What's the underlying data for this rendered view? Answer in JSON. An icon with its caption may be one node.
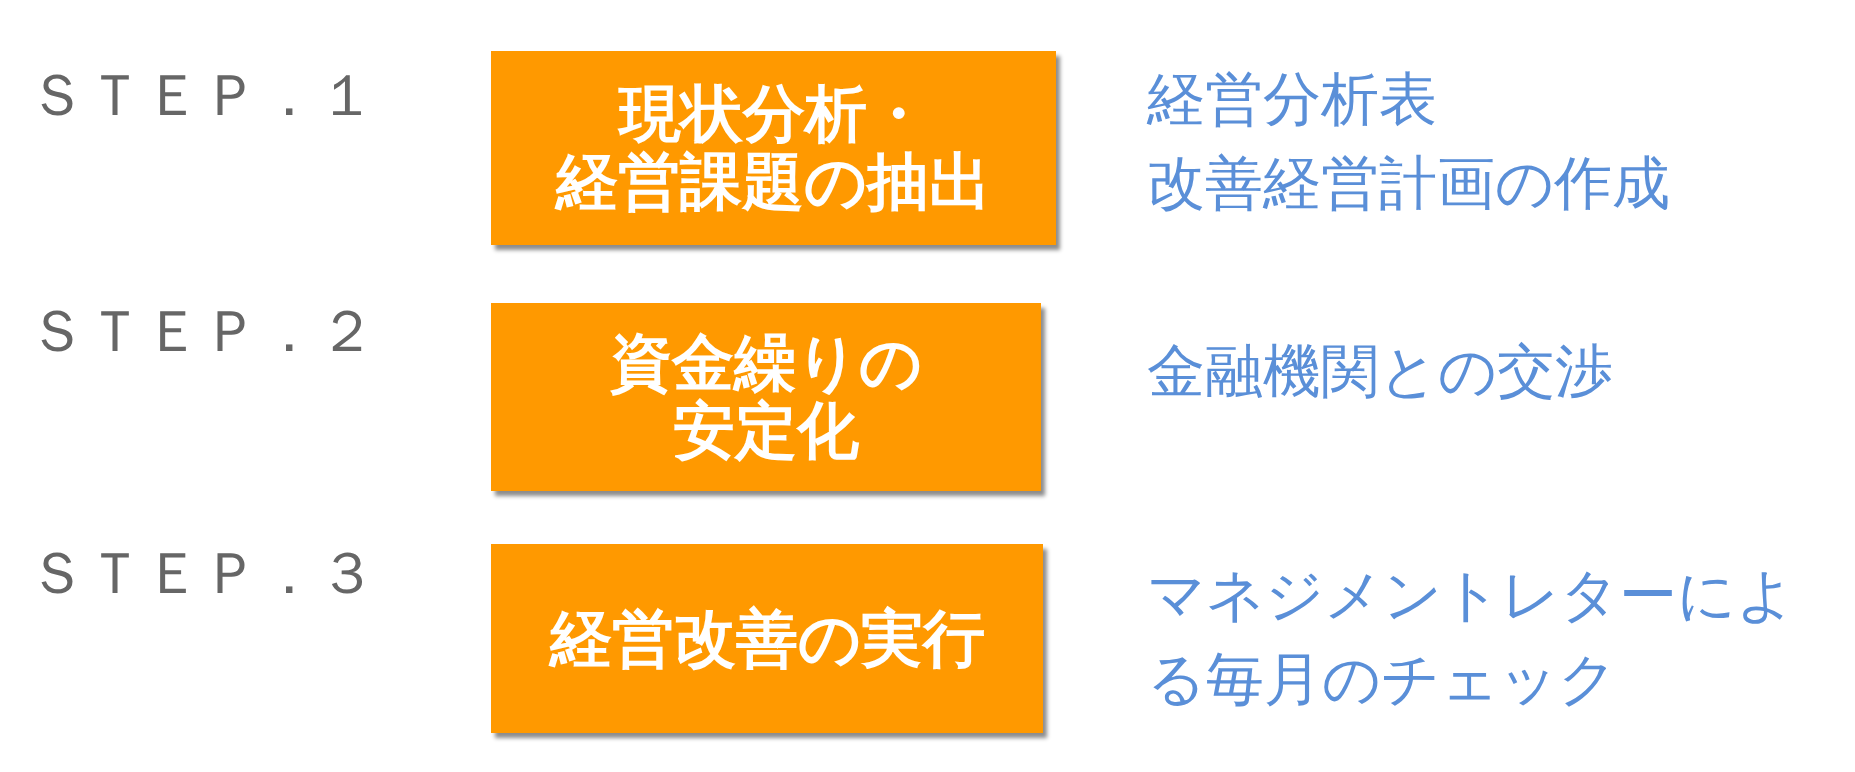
{
  "diagram": {
    "nodes": [
      {
        "text": [
          "現状分析・経営課題の抽出"
        ],
        "beside": [
          "ＳＴＥＰ．１",
          "経営分析表",
          "改善経営計画の作成"
        ]
      },
      {
        "text": [
          "資金繰りの安定化"
        ],
        "beside": [
          "ＳＴＥＰ．２",
          "金融機関との交渉"
        ]
      },
      {
        "text": [
          "経営改善の実行"
        ],
        "beside": [
          "ＳＴＥＰ．３",
          "マネジメントレターによる毎月のチェック"
        ]
      }
    ]
  }
}
